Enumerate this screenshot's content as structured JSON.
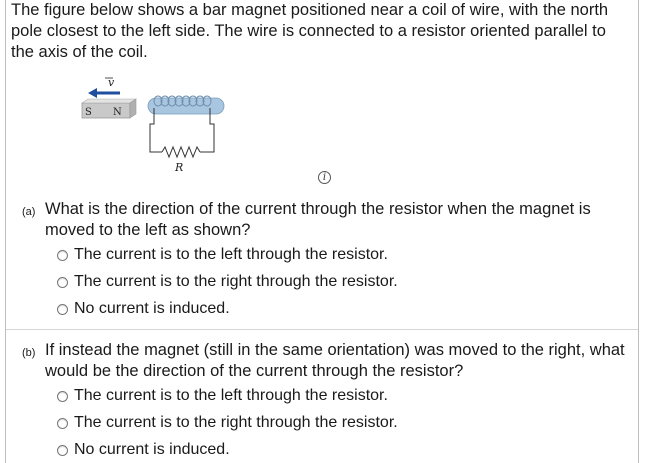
{
  "intro": "The figure below shows a bar magnet positioned near a coil of wire, with the north pole closest to the left side. The wire is connected to a resistor oriented parallel to the axis of the coil.",
  "figure": {
    "velocity_label": "v",
    "south_label": "S",
    "north_label": "N",
    "resistor_label": "R",
    "arrow_color": "#1f4e9e",
    "coil_color": "#8fb3d4"
  },
  "info_icon": "info-icon",
  "part_a": {
    "tag": "(a)",
    "question": "What is the direction of the current through the resistor when the magnet is moved to the left as shown?",
    "options": [
      "The current is to the left through the resistor.",
      "The current is to the right through the resistor.",
      "No current is induced."
    ]
  },
  "part_b": {
    "tag": "(b)",
    "question": "If instead the magnet (still in the same orientation) was moved to the right, what would be the direction of the current through the resistor?",
    "options": [
      "The current is to the left through the resistor.",
      "The current is to the right through the resistor.",
      "No current is induced."
    ]
  }
}
